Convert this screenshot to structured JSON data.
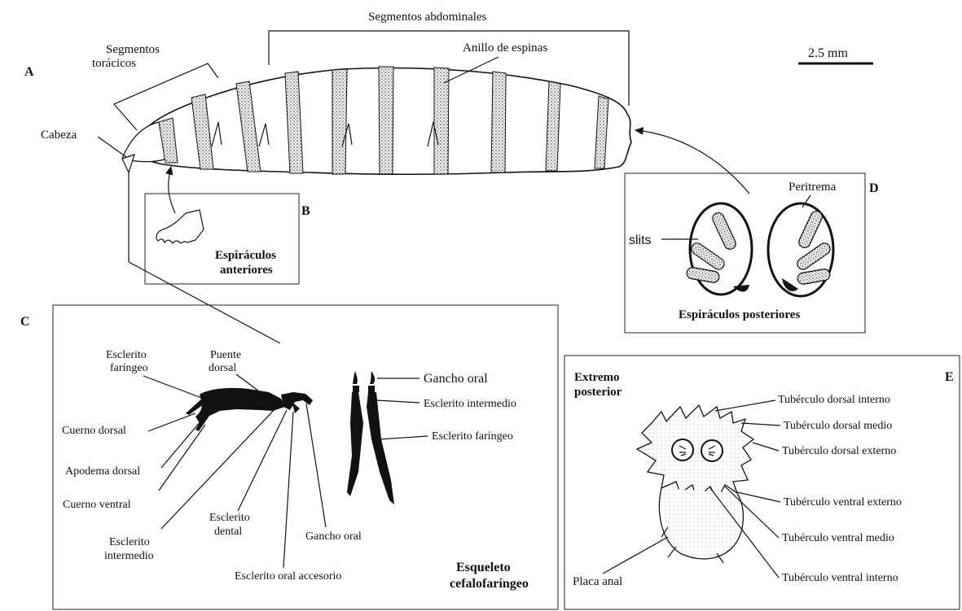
{
  "panels": {
    "A": "A",
    "B": "B",
    "C": "C",
    "D": "D",
    "E": "E"
  },
  "scale_bar": "2.5 mm",
  "larva": {
    "segmentos_abdominales": "Segmentos abdominales",
    "segmentos_toracicos_1": "Segmentos",
    "segmentos_toracicos_2": "torácicos",
    "anillo": "Anillo de espinas",
    "cabeza": "Cabeza"
  },
  "anterior_spiracle": {
    "title_1": "Espiráculos",
    "title_2": "anteriores"
  },
  "skeleton": {
    "puente_1": "Puente",
    "puente_2": "dorsal",
    "escl_far_1": "Esclerito",
    "escl_far_2": "faríngeo",
    "cuerno_dorsal": "Cuerno dorsal",
    "apodema": "Apodema dorsal",
    "cuerno_ventral": "Cuerno ventral",
    "escl_int_1": "Esclerito",
    "escl_int_2": "intermedio",
    "escl_dent_1": "Esclerito",
    "escl_dent_2": "dental",
    "gancho_oral_left": "Gancho oral",
    "escl_oral_acc": "Esclerito oral accesorio",
    "gancho_oral_right": "Gancho oral",
    "escl_int_right": "Esclerito intermedio",
    "escl_far_right": "Esclerito faríngeo",
    "title_1": "Esqueleto",
    "title_2": "cefalofaríngeo"
  },
  "posterior_spiracles": {
    "peritrema": "Peritrema",
    "slits": "slits",
    "title": "Espiráculos posteriores"
  },
  "posterior_end": {
    "title_1": "Extremo",
    "title_2": "posterior",
    "t_dorsal_interno": "Tubérculo dorsal interno",
    "t_dorsal_medio": "Tubérculo dorsal medio",
    "t_dorsal_externo": "Tubérculo dorsal externo",
    "t_ventral_externo": "Tubérculo ventral externo",
    "t_ventral_medio": "Tubérculo ventral medio",
    "t_ventral_interno": "Tubérculo ventral interno",
    "placa_anal": "Placa anal"
  }
}
